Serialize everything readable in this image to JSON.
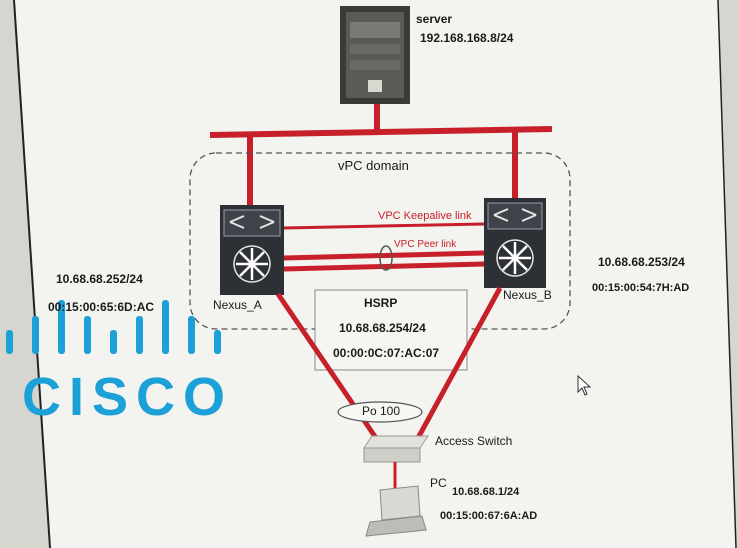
{
  "server": {
    "label": "server",
    "ip": "192.168.168.8/24"
  },
  "vpc_domain": {
    "label": "vPC domain"
  },
  "links": {
    "keepalive": "VPC Keepalive link",
    "peer": "VPC Peer link"
  },
  "nexus_a": {
    "label": "Nexus_A",
    "ip": "10.68.68.252/24",
    "mac": "00:15:00:65:6D:AC"
  },
  "nexus_b": {
    "label": "Nexus_B",
    "ip": "10.68.68.253/24",
    "mac": "00:15:00:54:7H:AD"
  },
  "hsrp": {
    "title": "HSRP",
    "ip": "10.68.68.254/24",
    "mac": "00:00:0C:07:AC:07"
  },
  "port_channel": {
    "label": "Po 100"
  },
  "access_switch": {
    "label": "Access Switch"
  },
  "pc": {
    "label": "PC",
    "ip": "10.68.68.1/24",
    "mac": "00:15:00:67:6A:AD"
  },
  "logo": {
    "text": "CISCO"
  },
  "colors": {
    "link_red": "#c8202a",
    "cisco_blue": "#1ba0d7"
  }
}
